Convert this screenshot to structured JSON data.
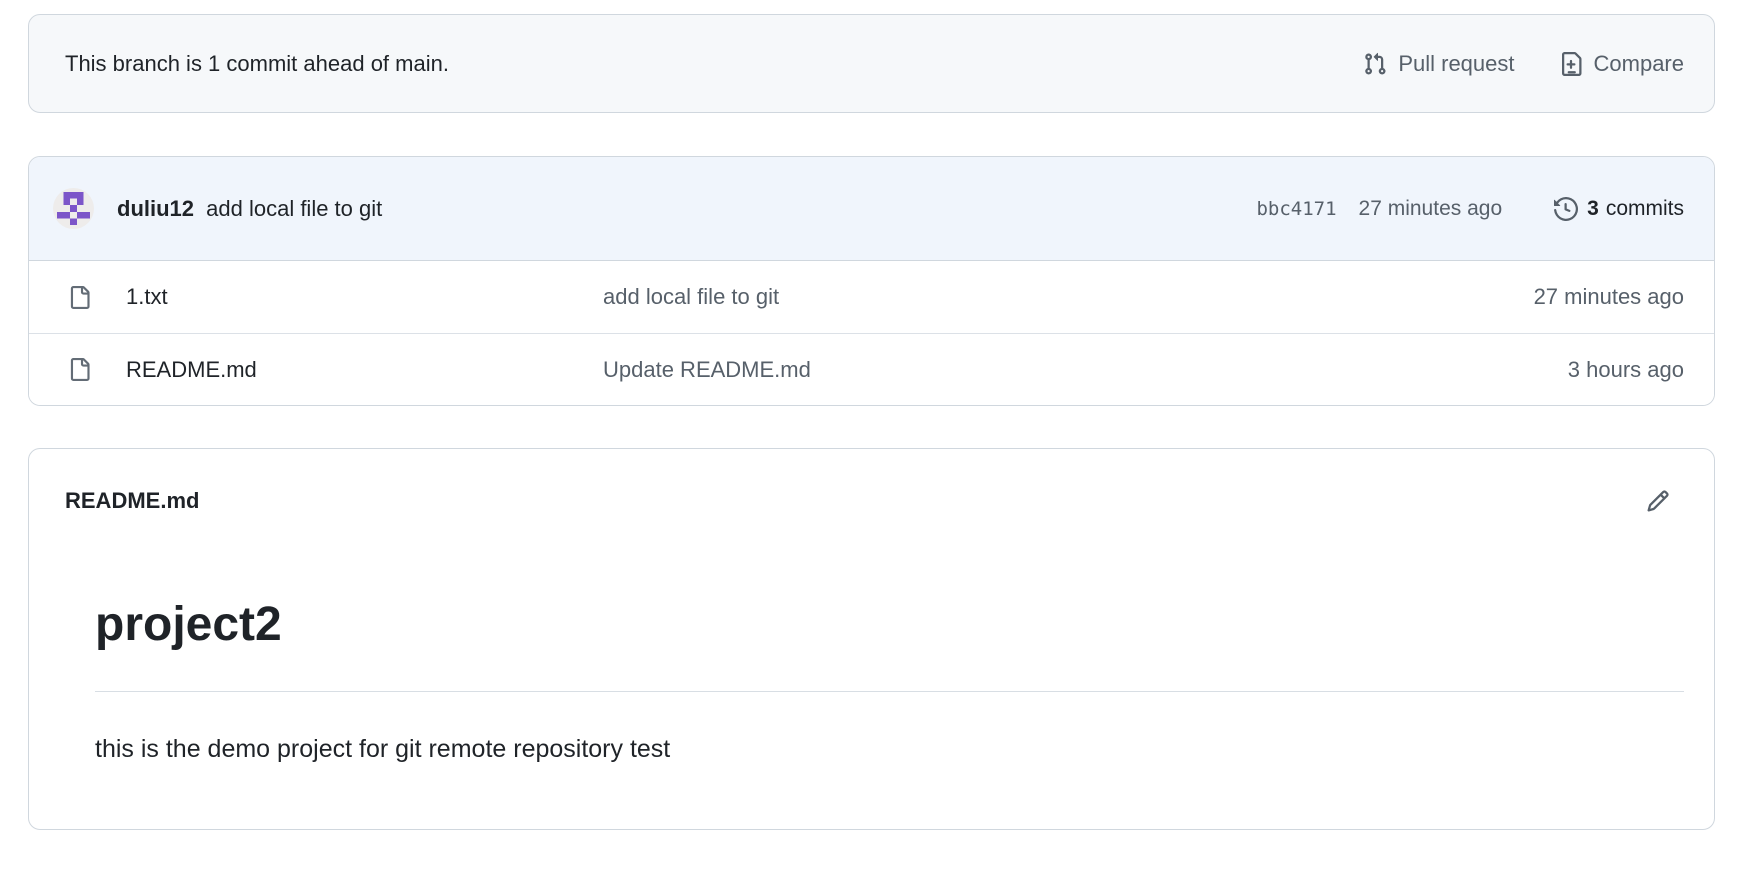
{
  "branch_banner": {
    "message": "This branch is 1 commit ahead of main.",
    "pull_request_label": "Pull request",
    "compare_label": "Compare"
  },
  "commit_box": {
    "author": "duliu12",
    "message": "add local file to git",
    "sha": "bbc4171",
    "time": "27 minutes ago",
    "commits_count": "3",
    "commits_label": "commits"
  },
  "files": [
    {
      "name": "1.txt",
      "message": "add local file to git",
      "time": "27 minutes ago"
    },
    {
      "name": "README.md",
      "message": "Update README.md",
      "time": "3 hours ago"
    }
  ],
  "readme": {
    "title": "README.md",
    "heading": "project2",
    "body": "this is the demo project for git remote repository test"
  },
  "icons": {
    "pull-request-icon": "git pull request glyph",
    "compare-icon": "file diff (plus/minus) glyph",
    "history-icon": "clock with counter-clockwise arrow",
    "file-icon": "document with folded corner",
    "pencil-icon": "edit pencil",
    "avatar": "purple pixel identicon"
  },
  "colors": {
    "banner_bg": "#f6f8fa",
    "commit_header_bg": "#f0f5fc",
    "card_border": "#d0d7de",
    "row_divider": "#dce1e7",
    "text_default": "#1f2328",
    "text_muted": "#57606a",
    "identicon_purple": "#7c55c9",
    "identicon_bg": "#eeeceb"
  }
}
